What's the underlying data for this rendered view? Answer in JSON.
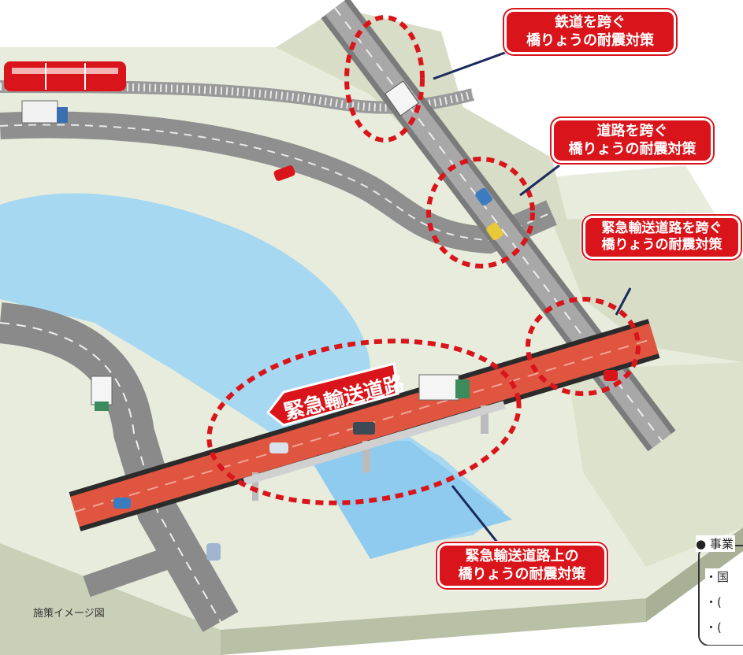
{
  "callouts": {
    "railway": {
      "line1": "鉄道を跨ぐ",
      "line2": "橋りょうの耐震対策"
    },
    "road": {
      "line1": "道路を跨ぐ",
      "line2": "橋りょうの耐震対策"
    },
    "emergency_cross": {
      "line1": "緊急輸送道路を跨ぐ",
      "line2": "橋りょうの耐震対策"
    },
    "emergency_on": {
      "line1": "緊急輸送道路上の",
      "line2": "橋りょうの耐震対策"
    }
  },
  "road_label": "緊急輸送道路",
  "caption": "施策イメージ図",
  "side_panel": {
    "heading": "● 事業",
    "items": [
      "・国",
      "・(",
      "・("
    ]
  },
  "colors": {
    "callout_red": "#d9151b",
    "emergency_road": "#e0553f",
    "river": "#9fd4f0",
    "terrain": "#e4e8d8",
    "highlight_ring": "#d9151b"
  }
}
